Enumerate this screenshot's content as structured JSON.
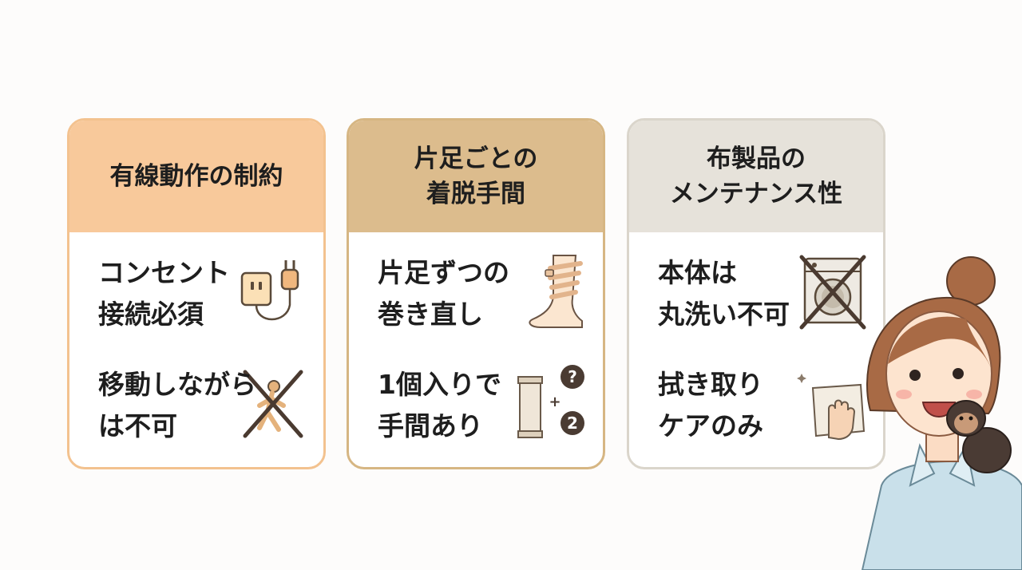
{
  "cards": [
    {
      "header": "有線動作の制約",
      "rows": [
        {
          "text": "コンセント\n接続必須",
          "icon": "power-plug-icon"
        },
        {
          "text": "移動しながら\nは不可",
          "icon": "no-walking-icon"
        }
      ]
    },
    {
      "header": "片足ごとの\n着脱手間",
      "rows": [
        {
          "text": "片足ずつの\n巻き直し",
          "icon": "wrapped-leg-icon"
        },
        {
          "text": "1個入りで\n手間あり",
          "icon": "single-pack-icon"
        }
      ]
    },
    {
      "header": "布製品の\nメンテナンス性",
      "rows": [
        {
          "text": "本体は\n丸洗い不可",
          "icon": "no-washing-machine-icon"
        },
        {
          "text": "拭き取り\nケアのみ",
          "icon": "wipe-cloth-icon"
        }
      ]
    }
  ],
  "icon_labels": {
    "question": "?",
    "plus": "+",
    "two": "2"
  },
  "colors": {
    "card1_header": "#f8c99b",
    "card2_header": "#dcbc8d",
    "card3_header": "#e6e2da",
    "card1_border": "#f3c28f",
    "card2_border": "#d6b683",
    "card3_border": "#dad5cb"
  }
}
